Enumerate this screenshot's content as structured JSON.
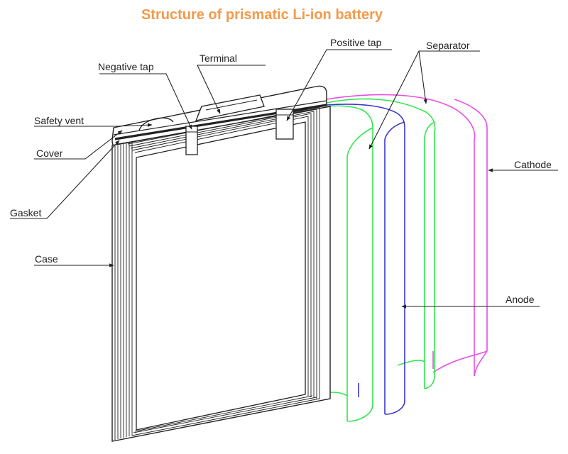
{
  "title": "Structure of prismatic Li-ion battery",
  "colors": {
    "title": "#f39a4a",
    "outline": "#222222",
    "separator": "#33e64d",
    "anode": "#3a36cc",
    "cathode": "#e84ee8",
    "background": "#ffffff"
  },
  "labels": {
    "negative_tap": "Negative tap",
    "terminal": "Terminal",
    "positive_tap": "Positive tap",
    "separator": "Separator",
    "safety_vent": "Safety vent",
    "cover": "Cover",
    "cathode": "Cathode",
    "gasket": "Gasket",
    "case": "Case",
    "anode": "Anode"
  }
}
